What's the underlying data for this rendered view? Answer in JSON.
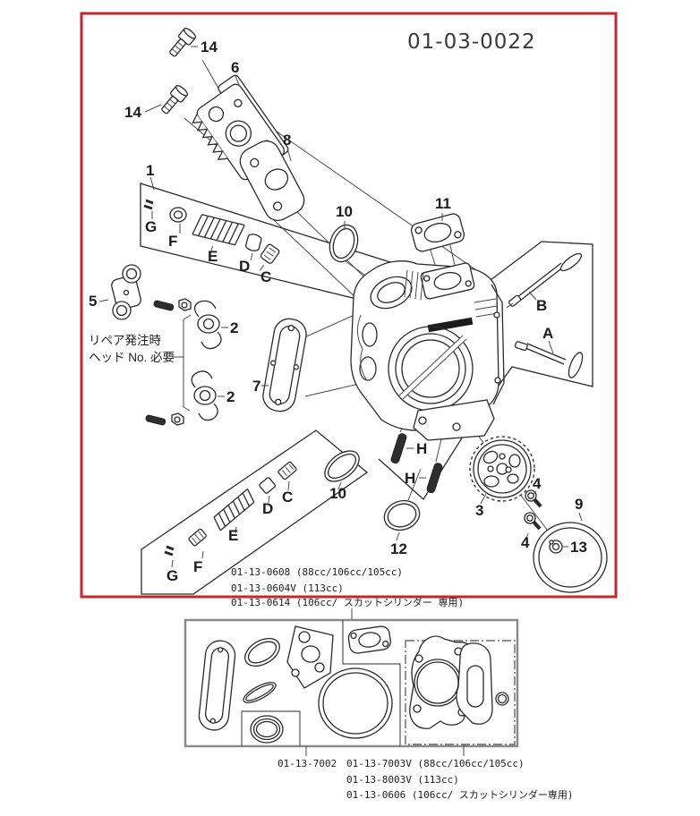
{
  "figure_code": "01-03-0022",
  "note": {
    "line1": "リペア発注時",
    "line2": "ヘッド No. 必要"
  },
  "callouts": {
    "n1": "1",
    "n2": "2",
    "n3": "3",
    "n4": "4",
    "n5": "5",
    "n6": "6",
    "n7": "7",
    "n8": "8",
    "n9": "9",
    "n10": "10",
    "n11": "11",
    "n12": "12",
    "n13": "13",
    "n14": "14",
    "A": "A",
    "B": "B",
    "C": "C",
    "D": "D",
    "E": "E",
    "F": "F",
    "G": "G",
    "H": "H"
  },
  "head_options": {
    "line1": "01-13-0608  (88cc/106cc/105cc)",
    "line2": "01-13-0604V (113cc)",
    "line3": "01-13-0614 (106cc/ スカットシリンダー 専用)"
  },
  "gasket_kit": {
    "left_part": "01-13-7002",
    "right_line1": "01-13-7003V (88cc/106cc/105cc)",
    "right_line2": "01-13-8003V (113cc)",
    "right_line3": "01-13-0606 (106cc/ スカットシリンダー専用)"
  },
  "colors": {
    "frame_red": "#c5262c",
    "line": "#2a2a2a"
  }
}
